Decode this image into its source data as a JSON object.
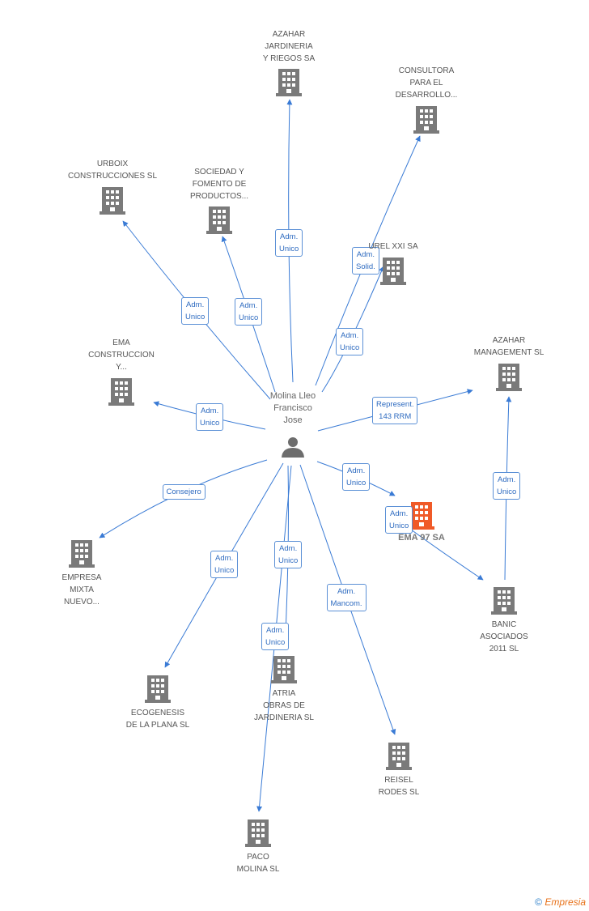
{
  "person": {
    "label": [
      "Molina Lleo",
      "Francisco",
      "Jose"
    ]
  },
  "companies": [
    {
      "id": "azahar-jardineria",
      "lines": [
        "AZAHAR",
        "JARDINERIA",
        "Y RIEGOS SA"
      ]
    },
    {
      "id": "consultora",
      "lines": [
        "CONSULTORA",
        "PARA EL",
        "DESARROLLO..."
      ]
    },
    {
      "id": "urboix",
      "lines": [
        "URBOIX",
        "CONSTRUCCIONES SL"
      ]
    },
    {
      "id": "sociedad-fomento",
      "lines": [
        "SOCIEDAD Y",
        "FOMENTO DE",
        "PRODUCTOS..."
      ]
    },
    {
      "id": "urel",
      "lines": [
        "UREL XXI SA"
      ]
    },
    {
      "id": "ema-construccion",
      "lines": [
        "EMA",
        "CONSTRUCCION",
        "Y..."
      ]
    },
    {
      "id": "azahar-management",
      "lines": [
        "AZAHAR",
        "MANAGEMENT SL"
      ]
    },
    {
      "id": "ema97",
      "lines": [
        "EMA 97 SA"
      ],
      "main": true
    },
    {
      "id": "empresa-mixta",
      "lines": [
        "EMPRESA",
        "MIXTA",
        "NUEVO..."
      ]
    },
    {
      "id": "banic",
      "lines": [
        "BANIC",
        "ASOCIADOS",
        "2011 SL"
      ]
    },
    {
      "id": "ecogenesis",
      "lines": [
        "ECOGENESIS",
        "DE LA PLANA SL"
      ]
    },
    {
      "id": "atria",
      "lines": [
        "ATRIA",
        "OBRAS DE",
        "JARDINERIA SL"
      ]
    },
    {
      "id": "reisel",
      "lines": [
        "REISEL",
        "RODES SL"
      ]
    },
    {
      "id": "paco-molina",
      "lines": [
        "PACO",
        "MOLINA SL"
      ]
    }
  ],
  "relations": [
    {
      "to": "azahar-jardineria",
      "label": [
        "Adm.",
        "Unico"
      ]
    },
    {
      "to": "consultora",
      "label": [
        "Adm.",
        "Solid."
      ]
    },
    {
      "to": "urboix",
      "label": [
        "Adm.",
        "Unico"
      ]
    },
    {
      "to": "sociedad-fomento",
      "label": [
        "Adm.",
        "Unico"
      ]
    },
    {
      "to": "urel",
      "label": [
        "Adm.",
        "Unico"
      ]
    },
    {
      "to": "ema-construccion",
      "label": [
        "Adm.",
        "Unico"
      ]
    },
    {
      "to": "azahar-management",
      "label": [
        "Represent.",
        "143 RRM"
      ]
    },
    {
      "to": "ema97",
      "label": [
        "Adm.",
        "Unico"
      ]
    },
    {
      "to": "empresa-mixta",
      "label": [
        "Consejero"
      ]
    },
    {
      "to": "ecogenesis",
      "label": [
        "Adm.",
        "Unico"
      ]
    },
    {
      "to": "atria",
      "label": [
        "Adm.",
        "Unico"
      ]
    },
    {
      "to": "reisel",
      "label": [
        "Adm.",
        "Mancom."
      ]
    },
    {
      "to": "paco-molina",
      "label": [
        "Adm.",
        "Unico"
      ]
    },
    {
      "from": "ema97",
      "to": "banic",
      "label": [
        "Adm.",
        "Unico"
      ]
    },
    {
      "from": "banic",
      "to": "azahar-management",
      "label": [
        "Adm.",
        "Unico"
      ]
    }
  ],
  "colors": {
    "edge": "#3a7bd5",
    "building": "#7a7a7a",
    "main_building": "#f05a28",
    "person": "#6d6d6d"
  },
  "watermark": {
    "copyright": "©",
    "brand": "Empresia"
  }
}
